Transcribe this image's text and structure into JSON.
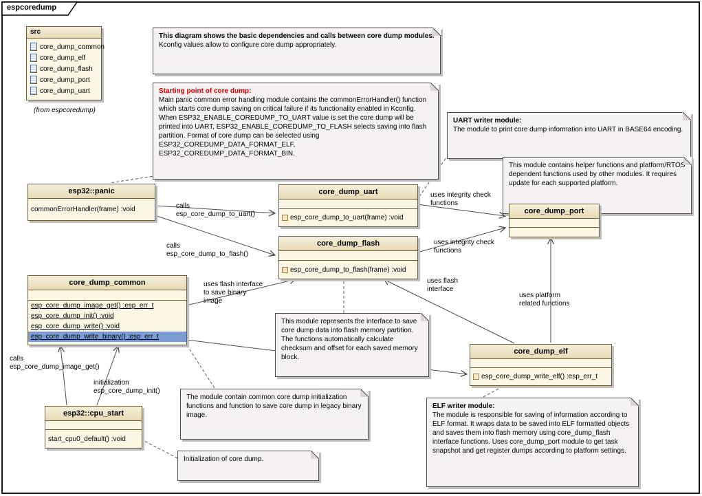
{
  "frame": {
    "title": "espcoredump"
  },
  "colors": {
    "class_fill": "#FBF6E3",
    "class_header": "#E7D9B4",
    "class_border": "#6E5F41",
    "note_fill": "#F6F2F4",
    "note_border": "#4D4D4D",
    "shadow": "#BDBDBD",
    "selection": "#7B9BD2",
    "warning_title": "#D40000",
    "line": "#4A4A4A"
  },
  "icons": {
    "package_item": "document-icon",
    "method_marker": "method-icon"
  },
  "package": {
    "name": "src",
    "items": [
      "core_dump_common",
      "core_dump_elf",
      "core_dump_flash",
      "core_dump_port",
      "core_dump_uart"
    ],
    "origin": "(from espcoredump)"
  },
  "classes": {
    "panic": {
      "name": "esp32::panic",
      "methods": [
        "commonErrorHandler(frame) :void"
      ]
    },
    "uart": {
      "name": "core_dump_uart",
      "methods": [
        "esp_core_dump_to_uart(frame) :void"
      ]
    },
    "flash": {
      "name": "core_dump_flash",
      "methods": [
        "esp_core_dump_to_flash(frame) :void"
      ]
    },
    "port": {
      "name": "core_dump_port",
      "methods": []
    },
    "common": {
      "name": "core_dump_common",
      "methods": [
        "esp_core_dump_image_get() :esp_err_t",
        "esp_core_dump_init() :void",
        "esp_core_dump_write() :void",
        "esp_core_dump_write_binary() :esp_err_t"
      ]
    },
    "elf": {
      "name": "core_dump_elf",
      "methods": [
        "esp_core_dump_write_elf() :esp_err_t"
      ]
    },
    "cpu_start": {
      "name": "esp32::cpu_start",
      "methods": [
        "start_cpu0_default() :void"
      ]
    }
  },
  "notes": {
    "overview": {
      "title": "This diagram shows the basic dependencies and calls between core dump modules.",
      "body": "Kconfig values allow to configure core dump appropriately."
    },
    "starting_point": {
      "title": "Starting point of core dump:",
      "body": "Main panic  common error handling module contains the commonErrorHandler() function which starts core dump saving on critical failure if its functionality enabled in Kconfig. When ESP32_ENABLE_COREDUMP_TO_UART value is set the core dump will be printed into UART, ESP32_ENABLE_COREDUMP_TO_FLASH selects saving into flash partition. Format of core dump can be selected using ESP32_COREDUMP_DATA_FORMAT_ELF, ESP32_COREDUMP_DATA_FORMAT_BIN."
    },
    "uart_writer": {
      "title": "UART writer module:",
      "body": "The module to print core dump information into UART in BASE64 encoding."
    },
    "port_helper": {
      "body": "This module contains helper functions and platform/RTOS dependent functions used by other modules. It requires update for each supported platform."
    },
    "flash_interface": {
      "body": "This module represents the interface to save core dump data into flash memory partition. The functions automatically calculate checksum and offset for each saved memory block."
    },
    "common_module": {
      "body": "The module contain common core dump initialization functions and function to save core dump in legacy binary image."
    },
    "initialization": {
      "body": "Initialization of core dump."
    },
    "elf_writer": {
      "title": "ELF writer module:",
      "body": "The module is responsible for saving of information according to ELF format. It wraps data to be saved into ELF formatted objects and saves them into flash memory using core_dump_flash interface functions. Uses core_dump_port module to get task snapshot and get register dumps according to platform settings."
    }
  },
  "edge_labels": {
    "calls_uart": "calls\nesp_core_dump_to_uart()",
    "calls_flash": "calls\nesp_core_dump_to_flash()",
    "integrity_uart": "uses integrity check\nfunctions",
    "integrity_flash": "uses integrity check\nfunctions",
    "flash_binary": "uses flash interface\nto save binary\nimage",
    "flash_elf": "uses flash\ninterface",
    "platform": "uses platform\nrelated functions",
    "calls_image_get": "calls\nesp_core_dump_image_get()",
    "init": "initialization\nesp_core_dump_init()"
  }
}
